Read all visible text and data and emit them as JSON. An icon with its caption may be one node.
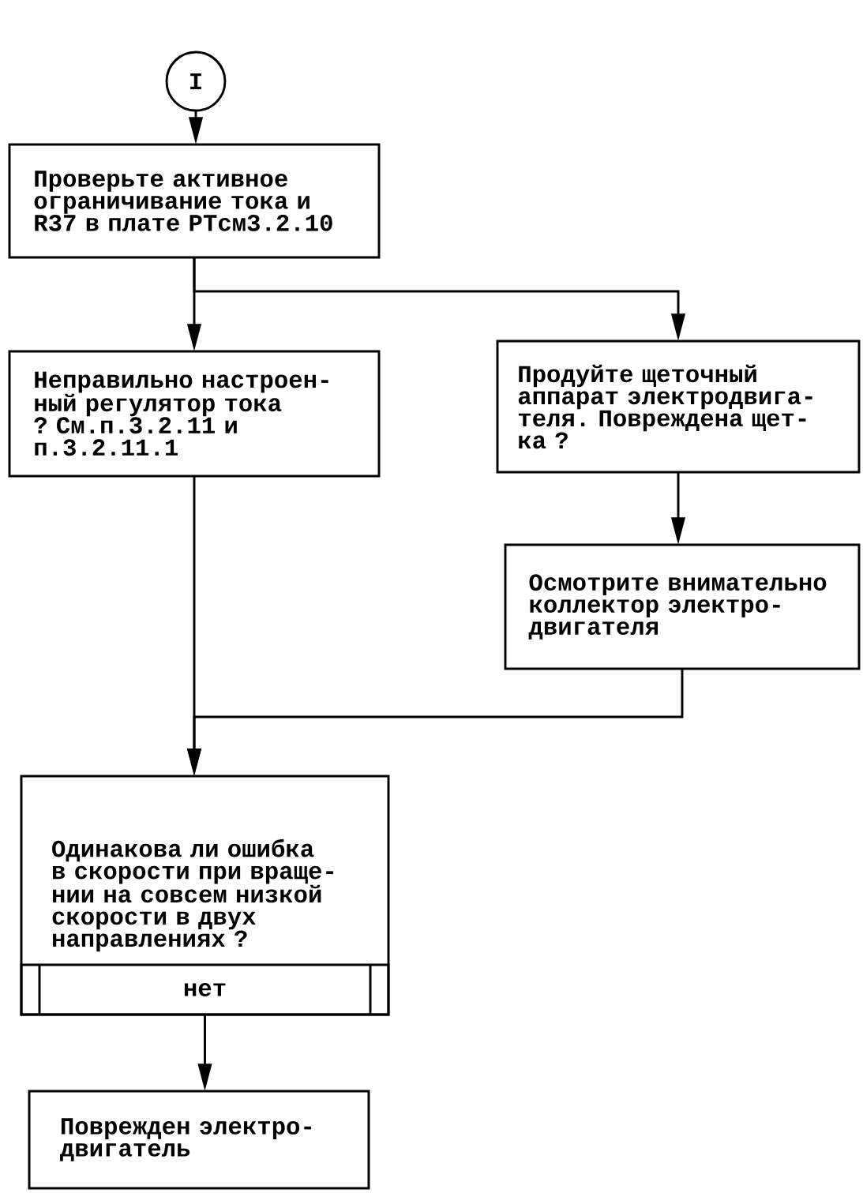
{
  "diagram": {
    "nodes": [
      {
        "text": [
          "I"
        ]
      },
      {
        "text": [
          "Проверьте активное ограничивание тока и R37 в плате РТсм3.2.10"
        ]
      },
      {
        "text": [
          "Неправильно настроен- ный регулятор тока ? См.п.3.2.11 и п.3.2.11.1"
        ]
      },
      {
        "text": [
          "Продуйте щеточный аппарат электродвига- теля. Повреждена щет- ка ?"
        ]
      },
      {
        "text": [
          "Осмотрите внимательно коллектор электро- двигателя"
        ]
      },
      {
        "text": [
          "Одинакова ли ошибка в скорости при враще- нии на совсем низкой скорости в двух направлениях ?"
        ]
      },
      {
        "text": [
          "нет"
        ],
        "in": 5
      },
      {
        "text": [
          "Поврежден электро- двигатель"
        ]
      }
    ],
    "edges": [
      {
        "from": 0,
        "to": 1,
        "arrow": "to"
      },
      {
        "from": 1,
        "to": 2,
        "arrow": "to"
      },
      {
        "from": 1,
        "to": 3,
        "arrow": "to"
      },
      {
        "from": 2,
        "to": 5,
        "arrow": "to"
      },
      {
        "from": 3,
        "to": 4,
        "arrow": "to"
      },
      {
        "from": 4,
        "to": 5,
        "arrow": "to"
      },
      {
        "from": 6,
        "to": 7,
        "arrow": "to"
      }
    ]
  }
}
